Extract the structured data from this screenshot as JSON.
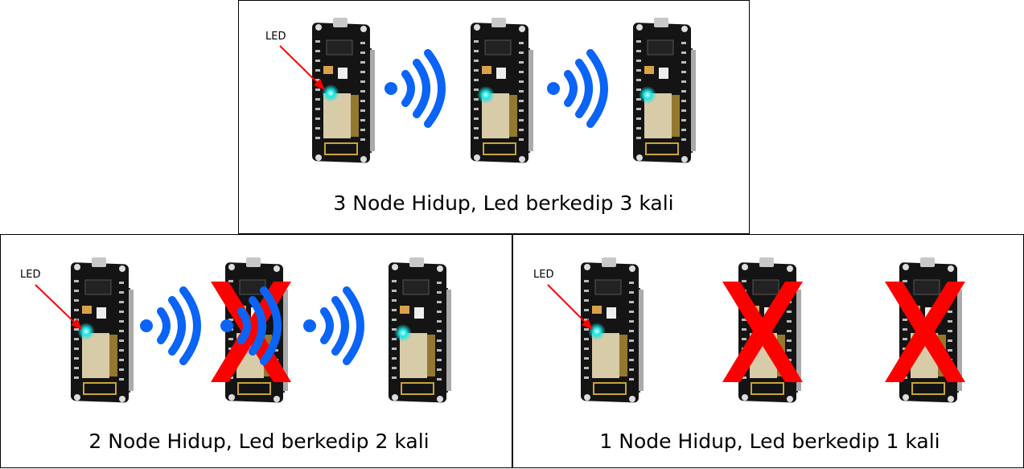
{
  "panels": [
    {
      "caption": "3 Node Hidup, Led berkedip 3 kali",
      "led_label": "LED",
      "nodes": [
        "on",
        "on",
        "on"
      ]
    },
    {
      "caption": "2 Node Hidup, Led berkedip 2 kali",
      "led_label": "LED",
      "nodes": [
        "on",
        "off",
        "on"
      ]
    },
    {
      "caption": "1 Node Hidup, Led berkedip 1 kali",
      "led_label": "LED",
      "nodes": [
        "on",
        "off",
        "off"
      ]
    }
  ],
  "colors": {
    "wifi": "#0a64f5",
    "cross": "#ff0000",
    "arrow": "#ff0000",
    "led": "#19e6e6",
    "board": "#141414"
  }
}
